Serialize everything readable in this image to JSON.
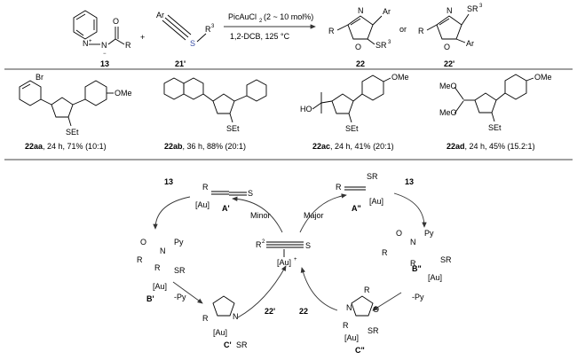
{
  "reaction": {
    "sm1_label": "13",
    "sm2_label": "21'",
    "catalyst": "PicAuCl",
    "catalyst_sub": "2",
    "catalyst_load": "(2 ~ 10 mol%)",
    "conditions": "1,2-DCB, 125 °C",
    "or_text": "or",
    "prod1_label": "22",
    "prod2_label": "22'",
    "plus": "+",
    "r_label": "R",
    "ar_label": "Ar",
    "r3_label": "R",
    "r3_sup": "3",
    "o_label": "O",
    "n_label": "N",
    "s_label": "S",
    "sr3_label": "SR",
    "minus": "−",
    "charge_plus": "+"
  },
  "examples": [
    {
      "compound": "22aa",
      "details": ", 24 h, 71% (10:1)",
      "substituents": [
        "Br",
        "OMe",
        "SEt"
      ]
    },
    {
      "compound": "22ab",
      "details": ", 36 h, 88% (20:1)",
      "substituents": [
        "SEt"
      ]
    },
    {
      "compound": "22ac",
      "details": ", 24 h, 41% (20:1)",
      "substituents": [
        "HO",
        "OMe",
        "SEt"
      ]
    },
    {
      "compound": "22ad",
      "details": ", 24 h, 45% (15.2:1)",
      "substituents": [
        "MeO",
        "MeO",
        "OMe",
        "SEt"
      ]
    }
  ],
  "cycle": {
    "center_au": "[Au]",
    "minor_label": "Minor",
    "major_label": "Major",
    "int_a1": "A'",
    "int_a2": "A\"",
    "int_b1": "B'",
    "int_b2": "B\"",
    "int_c1": "C'",
    "int_c2": "C\"",
    "reagent_13": "13",
    "py_loss": "-Py",
    "py_plus": "Py",
    "prod_22": "22",
    "prod_22p": "22'",
    "r2_label": "R",
    "r2_sup": "2"
  }
}
